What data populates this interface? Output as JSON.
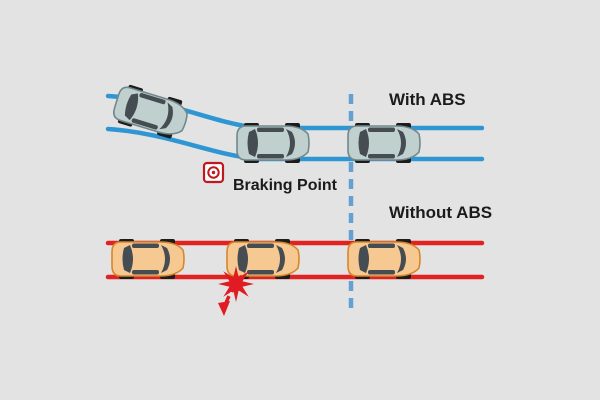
{
  "diagram": {
    "labels": {
      "with_abs": "With ABS",
      "without_abs": "Without ABS",
      "braking_point": "Braking Point"
    },
    "colors": {
      "background": "#e3e3e3",
      "text": "#1b1b1b",
      "abs_track": "#2e96d3",
      "abs_car_body": "#bfd0cf",
      "no_abs_track": "#e02321",
      "no_abs_car_body": "#f7c992",
      "divider_line": "#64a0d2",
      "crash": "#e01b22"
    }
  }
}
